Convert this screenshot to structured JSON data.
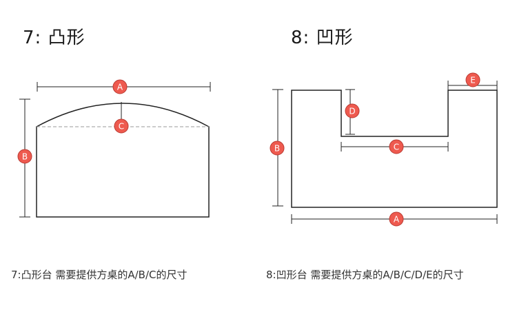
{
  "titles": {
    "convex": "7: 凸形",
    "concave": "8: 凹形"
  },
  "markers": {
    "a": "A",
    "b": "B",
    "c": "C",
    "d": "D",
    "e": "E"
  },
  "captions": {
    "convex": "7:凸形台 需要提供方桌的A/B/C的尺寸",
    "concave": "8:凹形台 需要提供方桌的A/B/C/D/E的尺寸"
  },
  "colors": {
    "marker_fill": "#ee5a4f",
    "marker_stroke": "#b93a32",
    "line": "#222222",
    "dashed": "#999999"
  }
}
